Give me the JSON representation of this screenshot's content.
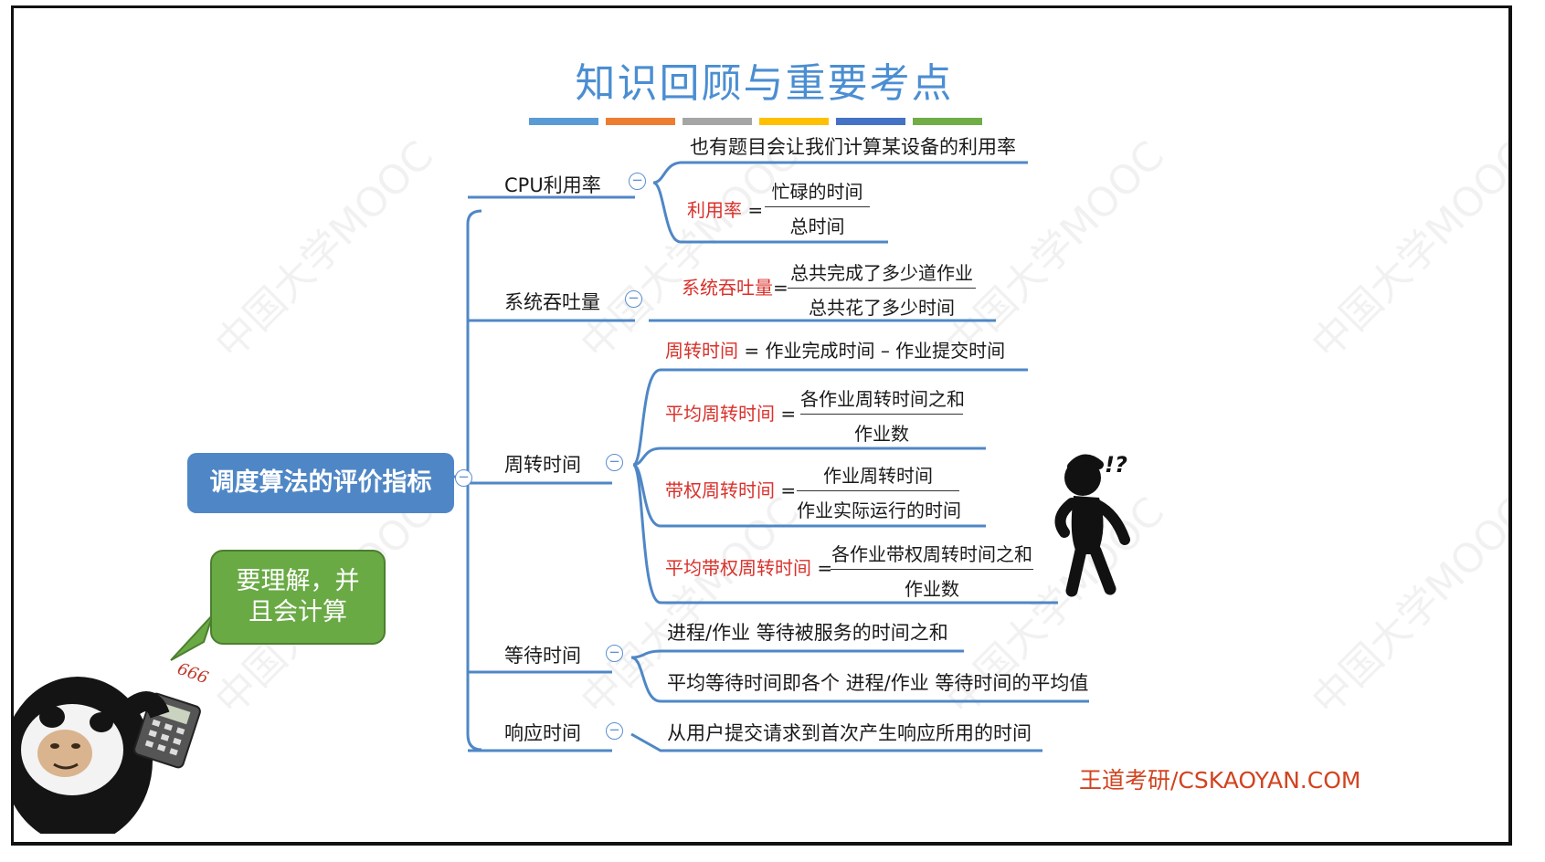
{
  "title": "知识回顾与重要考点",
  "title_bar_colors": [
    "#5b9bd5",
    "#ed7d31",
    "#a5a5a5",
    "#ffc000",
    "#4472c4",
    "#70ad47"
  ],
  "watermark": "中国大学MOOC",
  "root": {
    "label": "调度算法的评价指标"
  },
  "speech_bubble": {
    "line1": "要理解，并",
    "line2": "且会计算"
  },
  "meme": {
    "calculator_label": "666"
  },
  "confused_figure": {
    "mark": "!?"
  },
  "branches": {
    "cpu": {
      "label": "CPU利用率",
      "note": "也有题目会让我们计算某设备的利用率",
      "formula": {
        "name": "利用率",
        "eq": "=",
        "numerator": "忙碌的时间",
        "denominator": "总时间"
      }
    },
    "throughput": {
      "label": "系统吞吐量",
      "formula": {
        "name": "系统吞吐量",
        "eq": "=",
        "numerator": "总共完成了多少道作业",
        "denominator": "总共花了多少时间"
      }
    },
    "turnaround": {
      "label": "周转时间",
      "def": {
        "name": "周转时间",
        "rest": " = 作业完成时间 – 作业提交时间"
      },
      "avg": {
        "name": "平均周转时间",
        "eq": "=",
        "numerator": "各作业周转时间之和",
        "denominator": "作业数"
      },
      "weighted": {
        "name": "带权周转时间",
        "eq": "=",
        "numerator": "作业周转时间",
        "denominator": "作业实际运行的时间"
      },
      "avg_weighted": {
        "name": "平均带权周转时间",
        "eq": "=",
        "numerator": "各作业带权周转时间之和",
        "denominator": "作业数"
      }
    },
    "waiting": {
      "label": "等待时间",
      "item1": "进程/作业 等待被服务的时间之和",
      "item2": "平均等待时间即各个 进程/作业 等待时间的平均值"
    },
    "response": {
      "label": "响应时间",
      "item1": "从用户提交请求到首次产生响应所用的时间"
    }
  },
  "brand": "王道考研/CSKAOYAN.COM"
}
